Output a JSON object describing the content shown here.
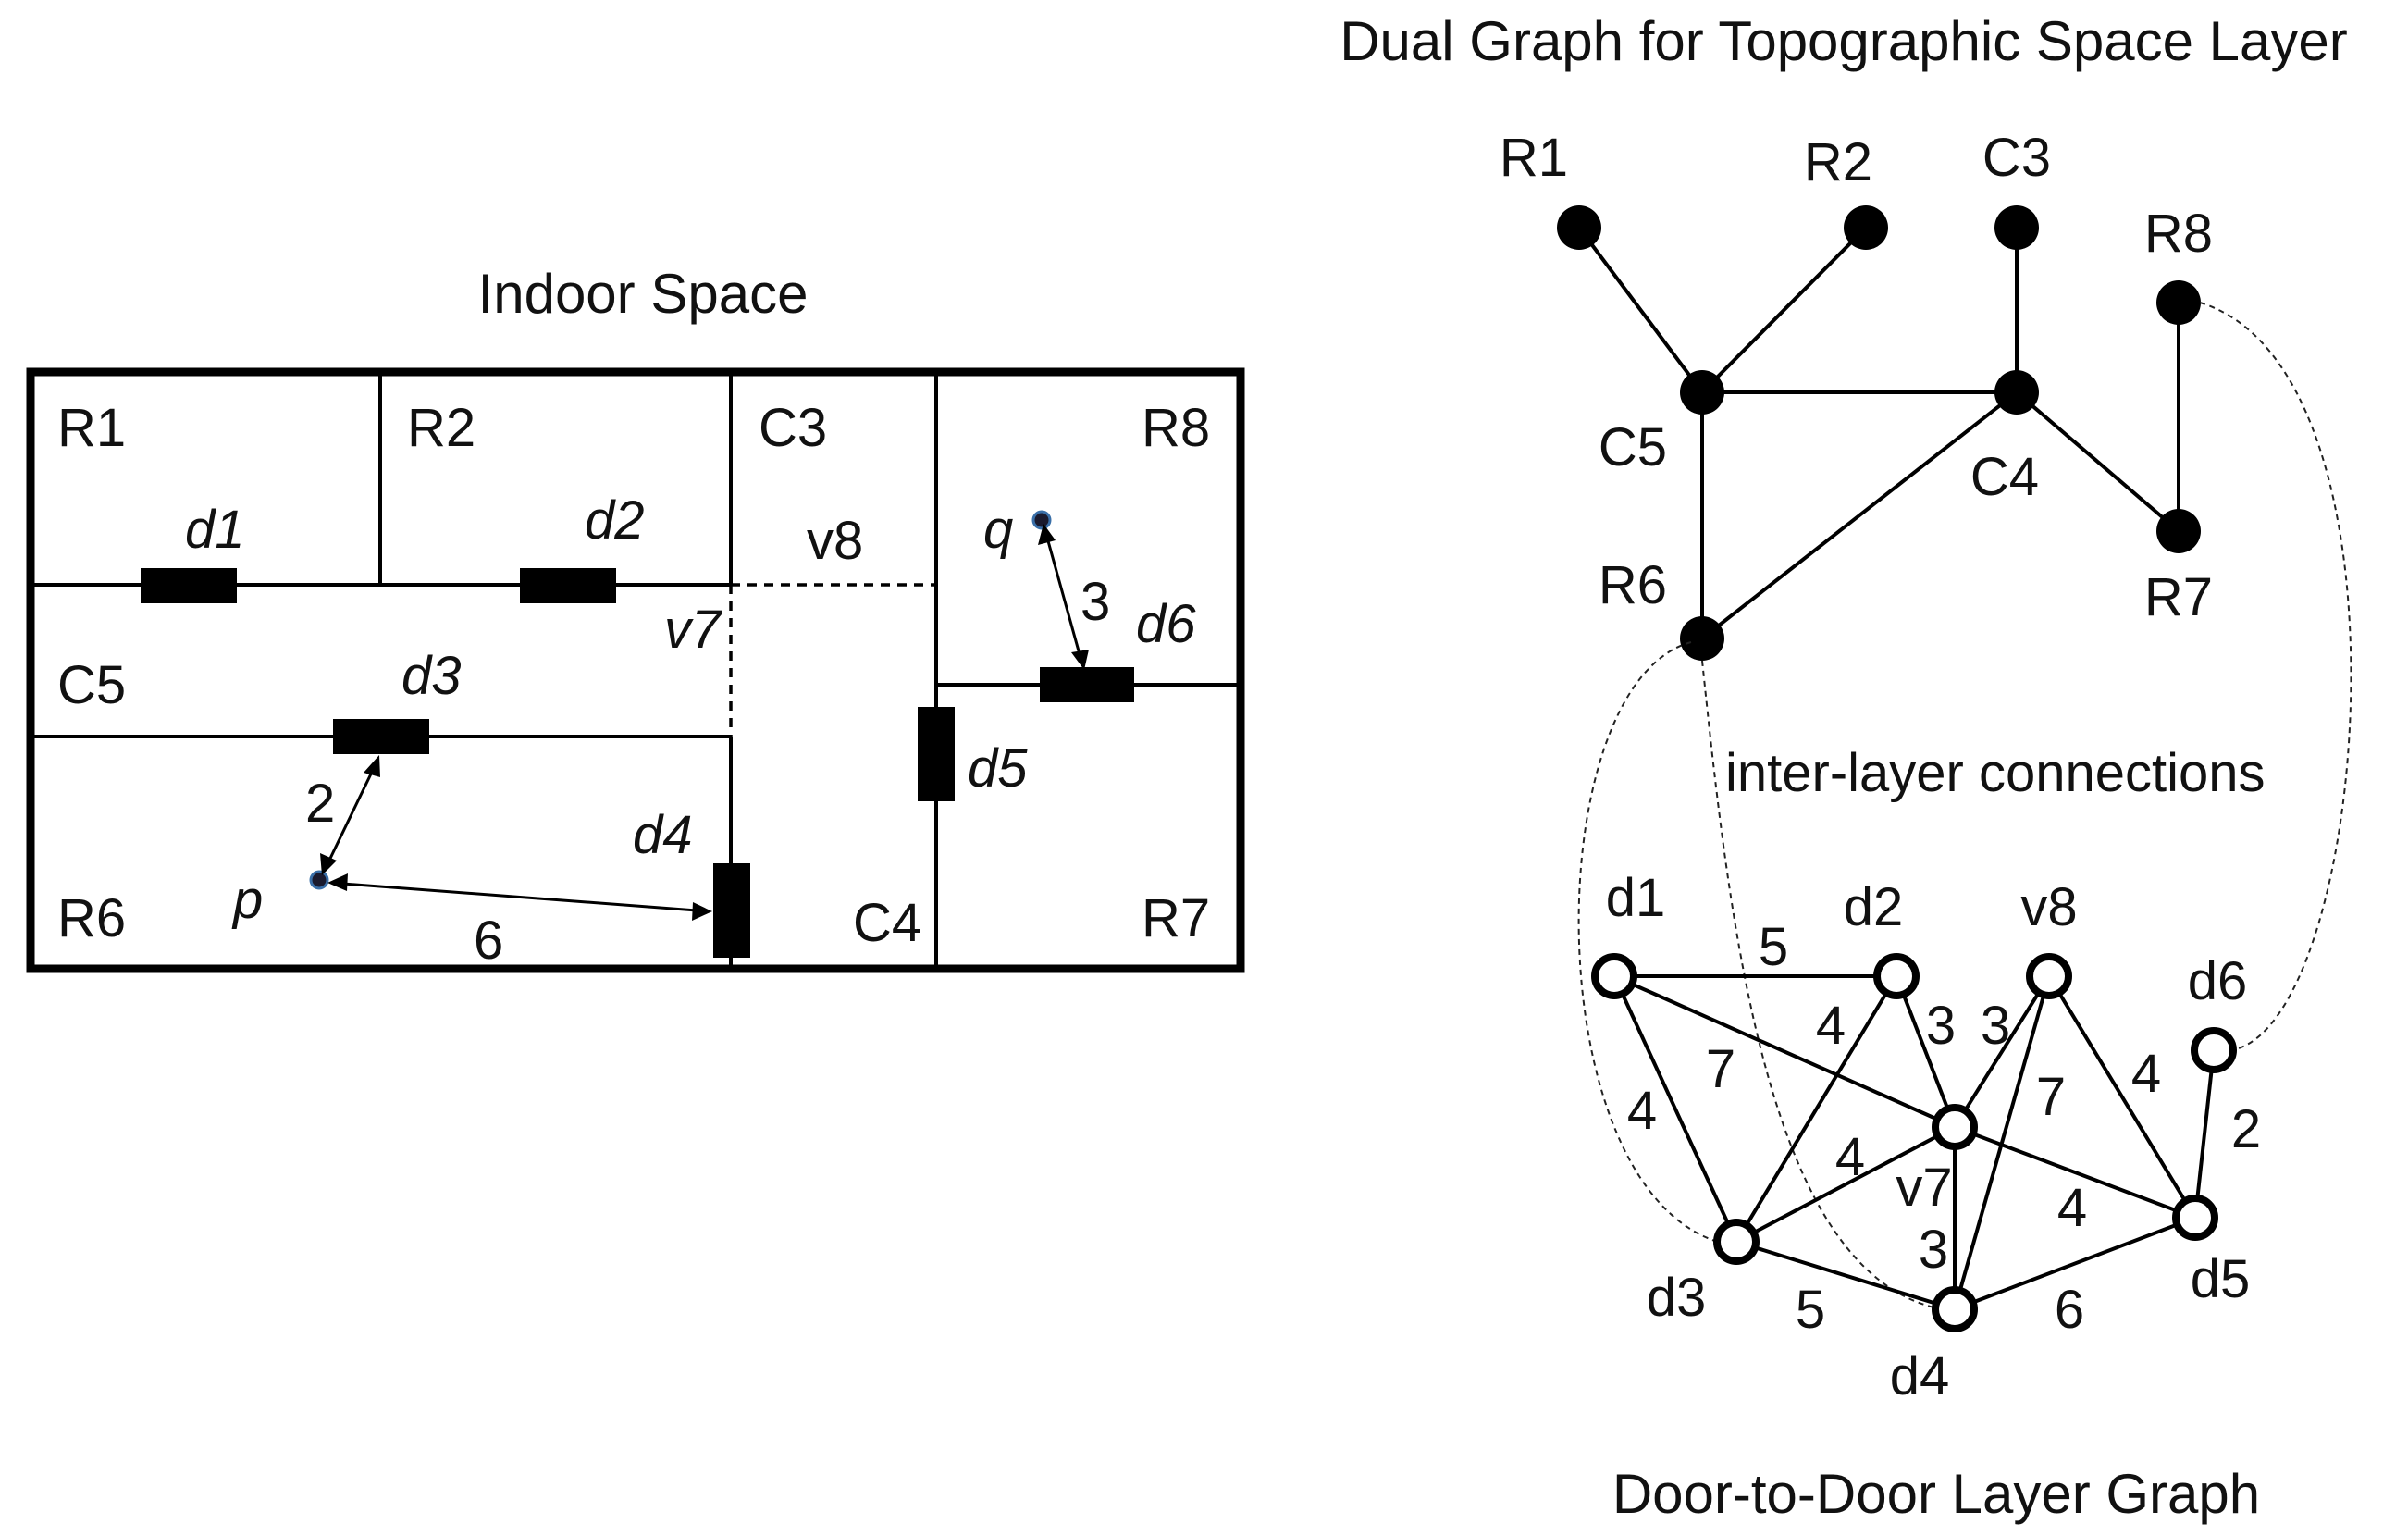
{
  "indoor": {
    "title": "Indoor Space",
    "rooms": [
      "R1",
      "R2",
      "C3",
      "R8",
      "C5",
      "R6",
      "C4",
      "R7"
    ],
    "doors": [
      "d1",
      "d2",
      "d3",
      "d4",
      "d5",
      "d6"
    ],
    "virtual_doors": [
      "v8",
      "v7"
    ],
    "points": [
      "p",
      "q"
    ],
    "distances": [
      {
        "from": "p",
        "to": "d3",
        "label": "2"
      },
      {
        "from": "p",
        "to": "d4",
        "label": "6"
      },
      {
        "from": "q",
        "to": "d6",
        "label": "3"
      }
    ]
  },
  "dual_graph": {
    "title": "Dual Graph for Topographic Space Layer",
    "nodes": [
      "R1",
      "R2",
      "C3",
      "R8",
      "C5",
      "C4",
      "R6",
      "R7"
    ],
    "edges": [
      [
        "R1",
        "C5"
      ],
      [
        "R2",
        "C5"
      ],
      [
        "C3",
        "C4"
      ],
      [
        "C5",
        "C4"
      ],
      [
        "C5",
        "R6"
      ],
      [
        "R6",
        "C4"
      ],
      [
        "C4",
        "R7"
      ],
      [
        "R8",
        "R7"
      ]
    ]
  },
  "inter_layer": {
    "label": "inter-layer connections"
  },
  "door_graph": {
    "title": "Door-to-Door Layer Graph",
    "nodes": [
      "d1",
      "d2",
      "v8",
      "d6",
      "v7",
      "d3",
      "d4",
      "d5"
    ],
    "edges": [
      {
        "a": "d1",
        "b": "d2",
        "w": "5"
      },
      {
        "a": "d1",
        "b": "v7",
        "w": "7"
      },
      {
        "a": "d1",
        "b": "d3",
        "w": "4"
      },
      {
        "a": "d2",
        "b": "d3",
        "w": "4"
      },
      {
        "a": "d2",
        "b": "v7",
        "w": "3"
      },
      {
        "a": "v8",
        "b": "v7",
        "w": "3"
      },
      {
        "a": "v8",
        "b": "d4",
        "w": "7"
      },
      {
        "a": "v8",
        "b": "d5",
        "w": "4"
      },
      {
        "a": "d3",
        "b": "v7",
        "w": "4"
      },
      {
        "a": "d3",
        "b": "d4",
        "w": "5"
      },
      {
        "a": "v7",
        "b": "d4",
        "w": "3"
      },
      {
        "a": "v7",
        "b": "d5",
        "w": "4"
      },
      {
        "a": "d4",
        "b": "d5",
        "w": "6"
      },
      {
        "a": "d6",
        "b": "d5",
        "w": "2"
      }
    ]
  }
}
